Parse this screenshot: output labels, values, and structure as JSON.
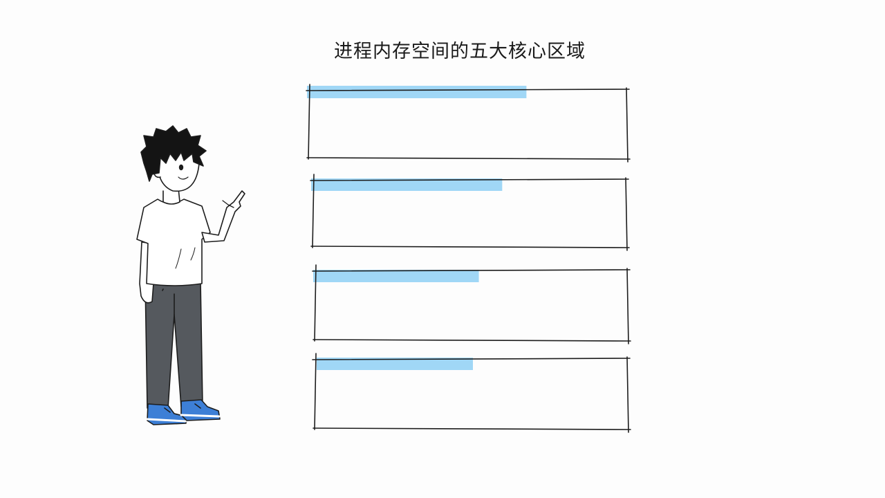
{
  "title": "进程内存空间的五大核心区域",
  "colors": {
    "highlight": "#8fd0f5",
    "ink": "#1c1c1c",
    "shirt": "#ffffff",
    "pants": "#55595e",
    "shoes": "#3d7fd6",
    "hair": "#141414"
  },
  "boxes": [
    {
      "id": "region-1",
      "highlight_fraction": 0.69
    },
    {
      "id": "region-2",
      "highlight_fraction": 0.61
    },
    {
      "id": "region-3",
      "highlight_fraction": 0.53
    },
    {
      "id": "region-4",
      "highlight_fraction": 0.5
    }
  ]
}
